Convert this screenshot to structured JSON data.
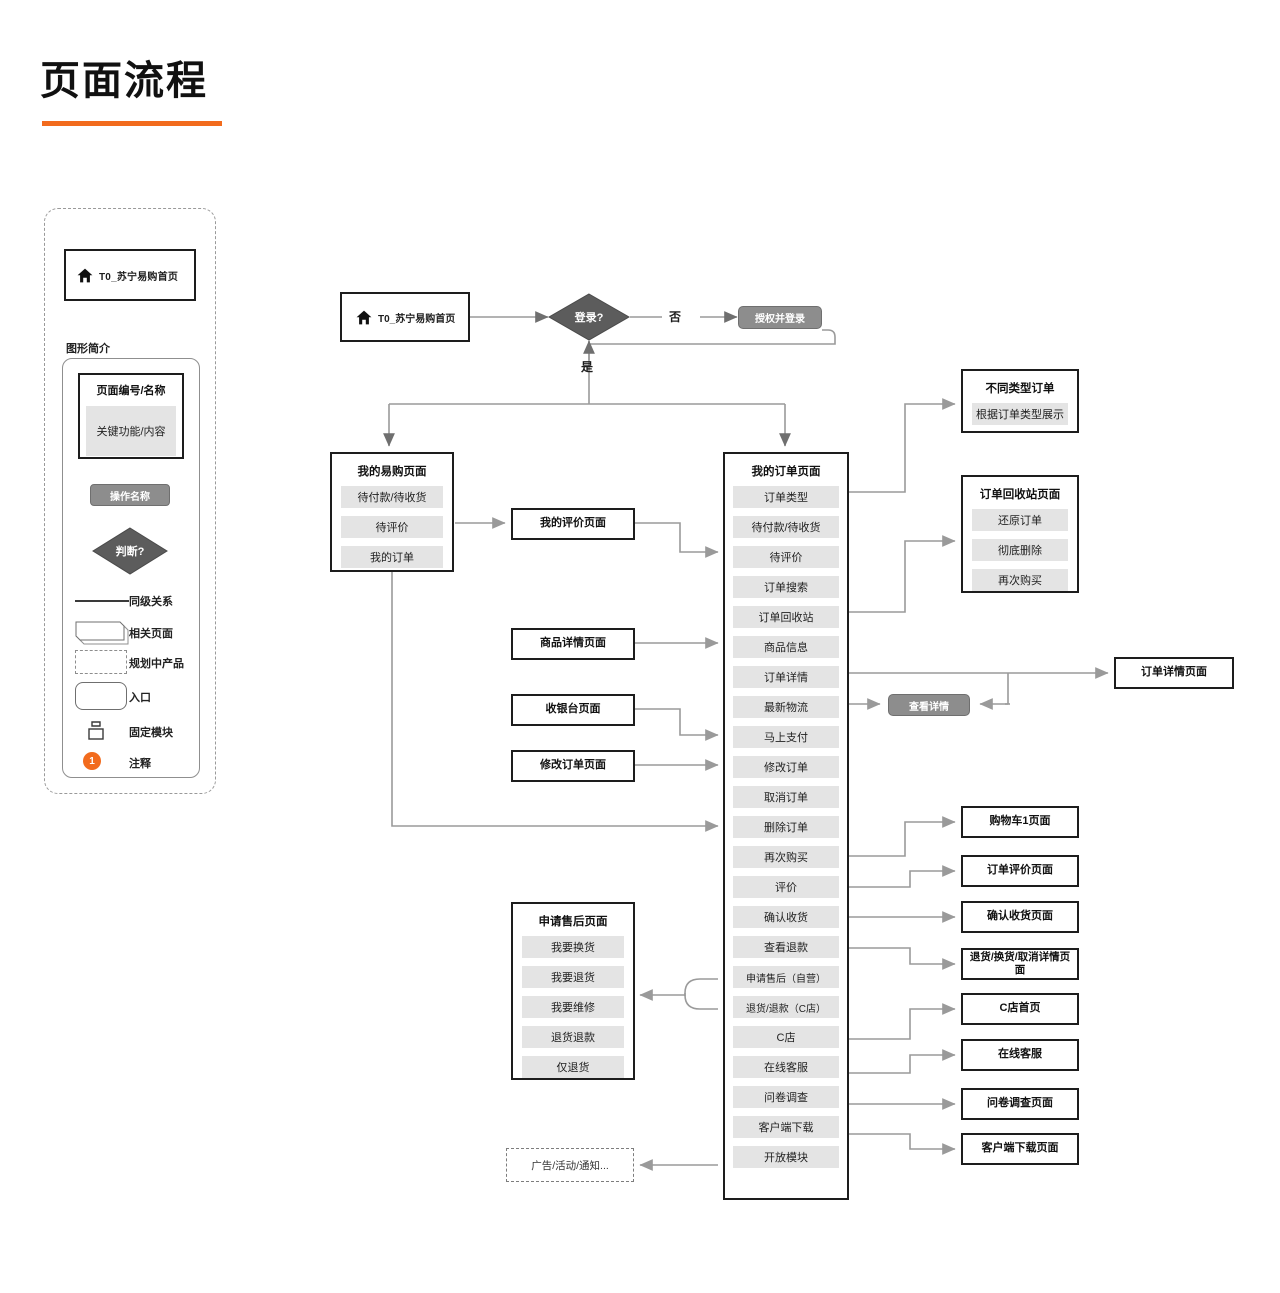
{
  "title": "页面流程",
  "accent_color": "#f26b1d",
  "legend": {
    "home_node_label": "T0_苏宁易购首页",
    "caption": "图形简介",
    "page_box": {
      "header": "页面编号/名称",
      "body": "关键功能/内容"
    },
    "action_label": "操作名称",
    "decision_label": "判断?",
    "items": [
      {
        "icon": "line-icon",
        "label": "同级关系"
      },
      {
        "icon": "stacked-pages-icon",
        "label": "相关页面"
      },
      {
        "icon": "dashed-box-icon",
        "label": "规划中产品"
      },
      {
        "icon": "rounded-box-icon",
        "label": "入口"
      },
      {
        "icon": "lock-icon",
        "label": "固定模块"
      },
      {
        "icon": "note-badge-icon",
        "label": "注释",
        "badge": "1"
      }
    ]
  },
  "flow": {
    "entry_home": "T0_苏宁易购首页",
    "decision": "登录?",
    "decision_no": "否",
    "decision_yes": "是",
    "auth_action": "授权并登录",
    "view_detail_action": "查看详情",
    "my_suning": {
      "title": "我的易购页面",
      "rows": [
        "待付款/待收货",
        "待评价",
        "我的订单"
      ]
    },
    "my_orders": {
      "title": "我的订单页面",
      "rows": [
        "订单类型",
        "待付款/待收货",
        "待评价",
        "订单搜索",
        "订单回收站",
        "商品信息",
        "订单详情",
        "最新物流",
        "马上支付",
        "修改订单",
        "取消订单",
        "删除订单",
        "再次购买",
        "评价",
        "确认收货",
        "查看退款",
        "申请售后（自营）",
        "退货/退款（C店）",
        "C店",
        "在线客服",
        "问卷调查",
        "客户端下载",
        "开放模块"
      ]
    },
    "after_sales": {
      "title": "申请售后页面",
      "rows": [
        "我要换货",
        "我要退货",
        "我要维修",
        "退货退款",
        "仅退货"
      ]
    },
    "order_types": {
      "title": "不同类型订单",
      "rows": [
        "根据订单类型展示"
      ]
    },
    "recycle_bin": {
      "title": "订单回收站页面",
      "rows": [
        "还原订单",
        "彻底删除",
        "再次购买"
      ]
    },
    "left_pages": [
      "我的评价页面",
      "商品详情页面",
      "收银台页面",
      "修改订单页面"
    ],
    "right_pages": [
      "订单详情页面",
      "购物车1页面",
      "订单评价页面",
      "确认收货页面",
      "退货/换货/取消详情页面",
      "C店首页",
      "在线客服",
      "问卷调查页面",
      "客户端下载页面"
    ],
    "planned_product": "广告/活动/通知..."
  }
}
